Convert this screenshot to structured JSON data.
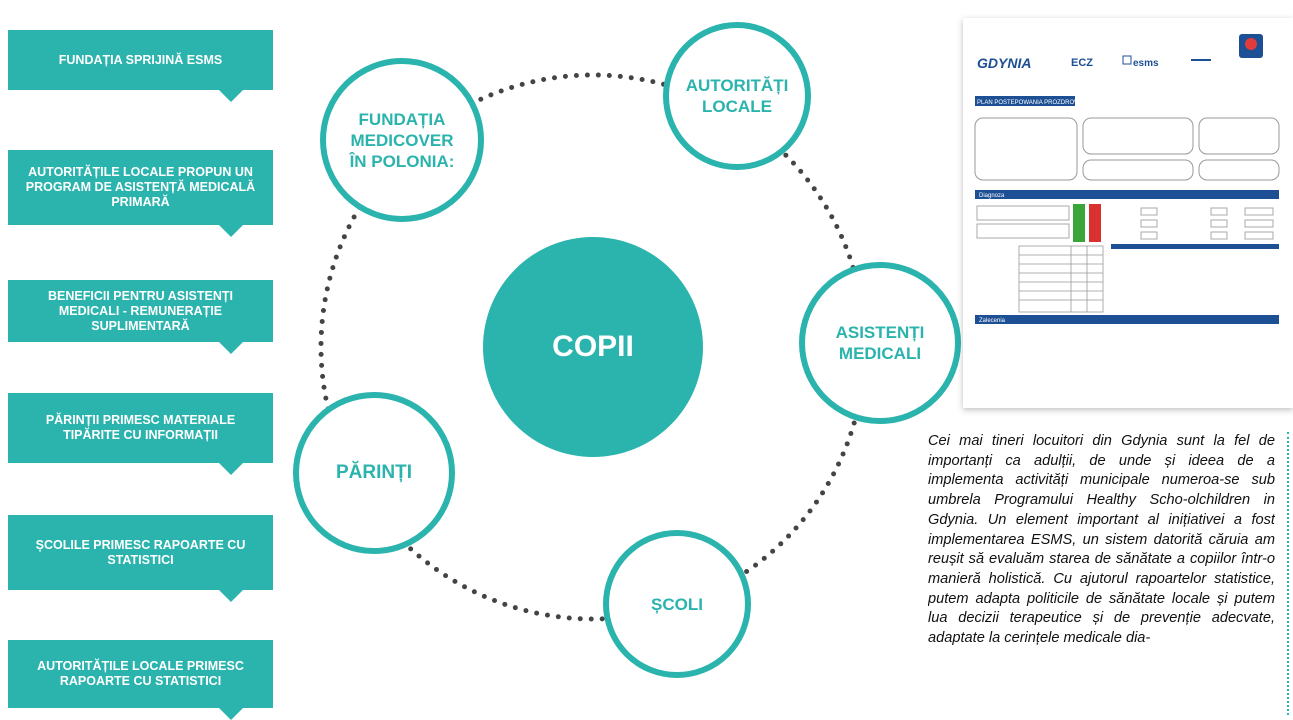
{
  "left_boxes": [
    {
      "text": "FUNDAȚIA SPRIJINĂ ESMS"
    },
    {
      "text": "AUTORITĂȚILE LOCALE PROPUN UN PROGRAM DE ASISTENȚĂ MEDICALĂ PRIMARĂ"
    },
    {
      "text": "BENEFICII PENTRU ASISTENȚI MEDICALI - REMUNERAȚIE SUPLIMENTARĂ"
    },
    {
      "text": "PĂRINȚII PRIMESC MATERIALE TIPĂRITE CU INFORMAȚII"
    },
    {
      "text": "ȘCOLILE PRIMESC RAPOARTE CU STATISTICI"
    },
    {
      "text": "AUTORITĂȚILE LOCALE PRIMESC RAPOARTE CU STATISTICI"
    }
  ],
  "center": {
    "label": "COPII"
  },
  "nodes": {
    "fundatia": "FUNDAȚIA MEDICOVER ÎN POLONIA:",
    "autoritati": "AUTORITĂȚI LOCALE",
    "asistenti": "ASISTENȚI MEDICALI",
    "scoli": "ȘCOLI",
    "parinti": "PĂRINȚI"
  },
  "form": {
    "logos": [
      "GDYNIA",
      "ECZ",
      "esms"
    ],
    "header_bar": "PLAN POSTEPOWANIA PROZDROWOTNEGO",
    "section_diagnosis": "Diagnoza",
    "section_footer": "Zalecenia"
  },
  "paragraph": "Cei mai tineri locuitori din Gdynia sunt la fel de importanți ca adulții, de unde și ideea de a implementa activități municipale numeroa-se sub umbrela Programului Healthy Scho-olchildren in Gdynia. Un element important al inițiativei a fost implementarea ESMS, un sistem datorită căruia am reușit să evaluăm starea de sănătate a copiilor într-o manieră holistică. Cu ajutorul rapoartelor statistice, putem adapta politicile de sănătate locale și putem lua decizii terapeutice și de prevenție adecvate, adaptate la cerințele medicale dia-",
  "colors": {
    "accent": "#2bb3ad",
    "form_blue": "#1c4f94"
  }
}
